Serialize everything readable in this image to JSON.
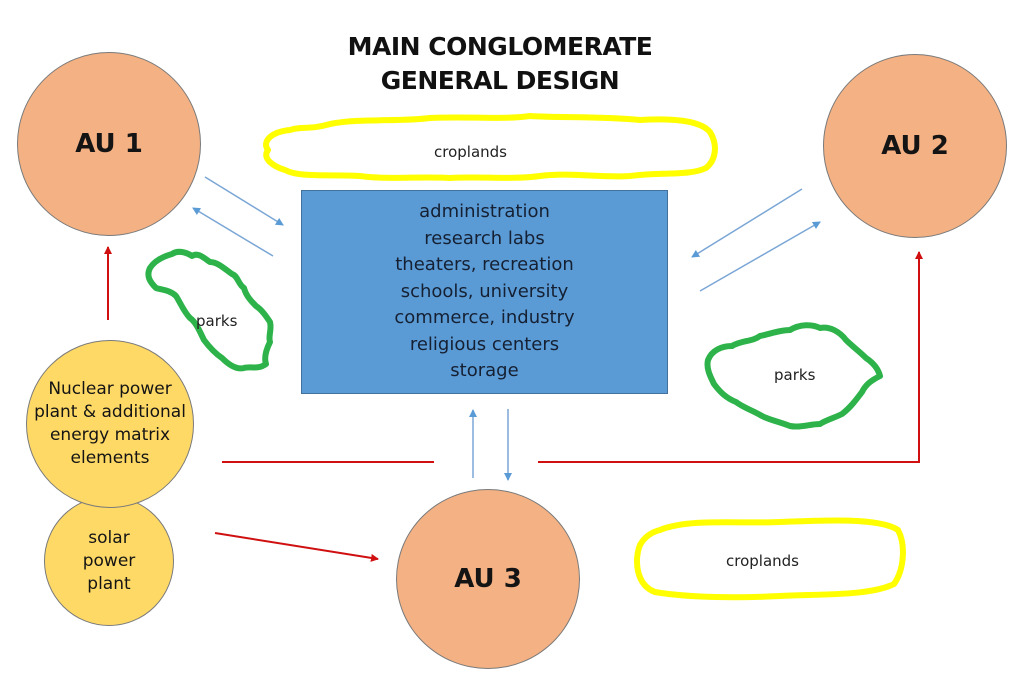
{
  "title": {
    "line1": "MAIN CONGLOMERATE",
    "line2": "GENERAL DESIGN"
  },
  "nodes": {
    "au1": {
      "label": "AU 1"
    },
    "au2": {
      "label": "AU 2"
    },
    "au3": {
      "label": "AU 3"
    },
    "nuclear": {
      "lines": [
        "Nuclear power",
        "plant & additional",
        "energy matrix",
        "elements"
      ]
    },
    "solar": {
      "lines": [
        "solar",
        "power",
        "plant"
      ]
    },
    "main": {
      "items": [
        "administration",
        "research labs",
        "theaters, recreation",
        "schools, university",
        "commerce, industry",
        "religious centers",
        "storage"
      ]
    }
  },
  "zones": {
    "croplands_top": "croplands",
    "croplands_bottom": "croplands",
    "parks_left": "parks",
    "parks_right": "parks"
  },
  "colors": {
    "au_fill": "#f4b183",
    "energy_fill": "#ffd966",
    "main_fill": "#5b9bd5",
    "energy_arrow": "#c00000",
    "flow_arrow": "#5b9bd5",
    "cropland_outline": "#ffff00",
    "park_outline": "#2db34a"
  }
}
